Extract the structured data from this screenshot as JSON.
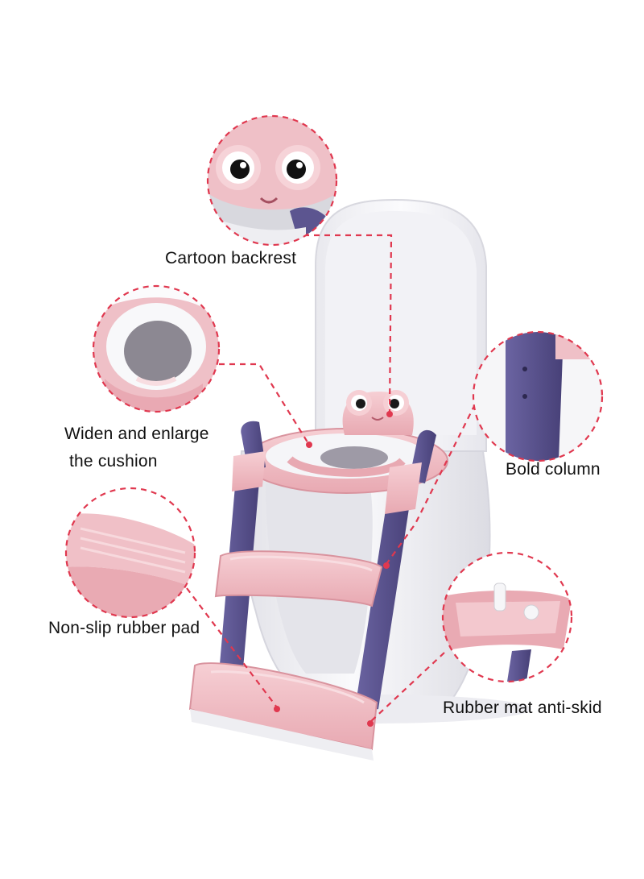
{
  "product": {
    "name": "Potty training seat with step ladder",
    "colors": {
      "pink": "#f2c2c8",
      "pink_dark": "#e8a8b2",
      "purple": "#5c5590",
      "purple_dark": "#49437a",
      "toilet_white": "#f4f4f6",
      "callout_red": "#e0384f"
    },
    "icons": [
      "frog-face-icon"
    ]
  },
  "callouts": {
    "backrest": {
      "label": "Cartoon backrest"
    },
    "cushion": {
      "line1": "Widen and enlarge",
      "line2": "the cushion"
    },
    "column": {
      "label": "Bold column"
    },
    "pad": {
      "label": "Non-slip rubber pad"
    },
    "mat": {
      "label": "Rubber mat anti-skid"
    }
  }
}
